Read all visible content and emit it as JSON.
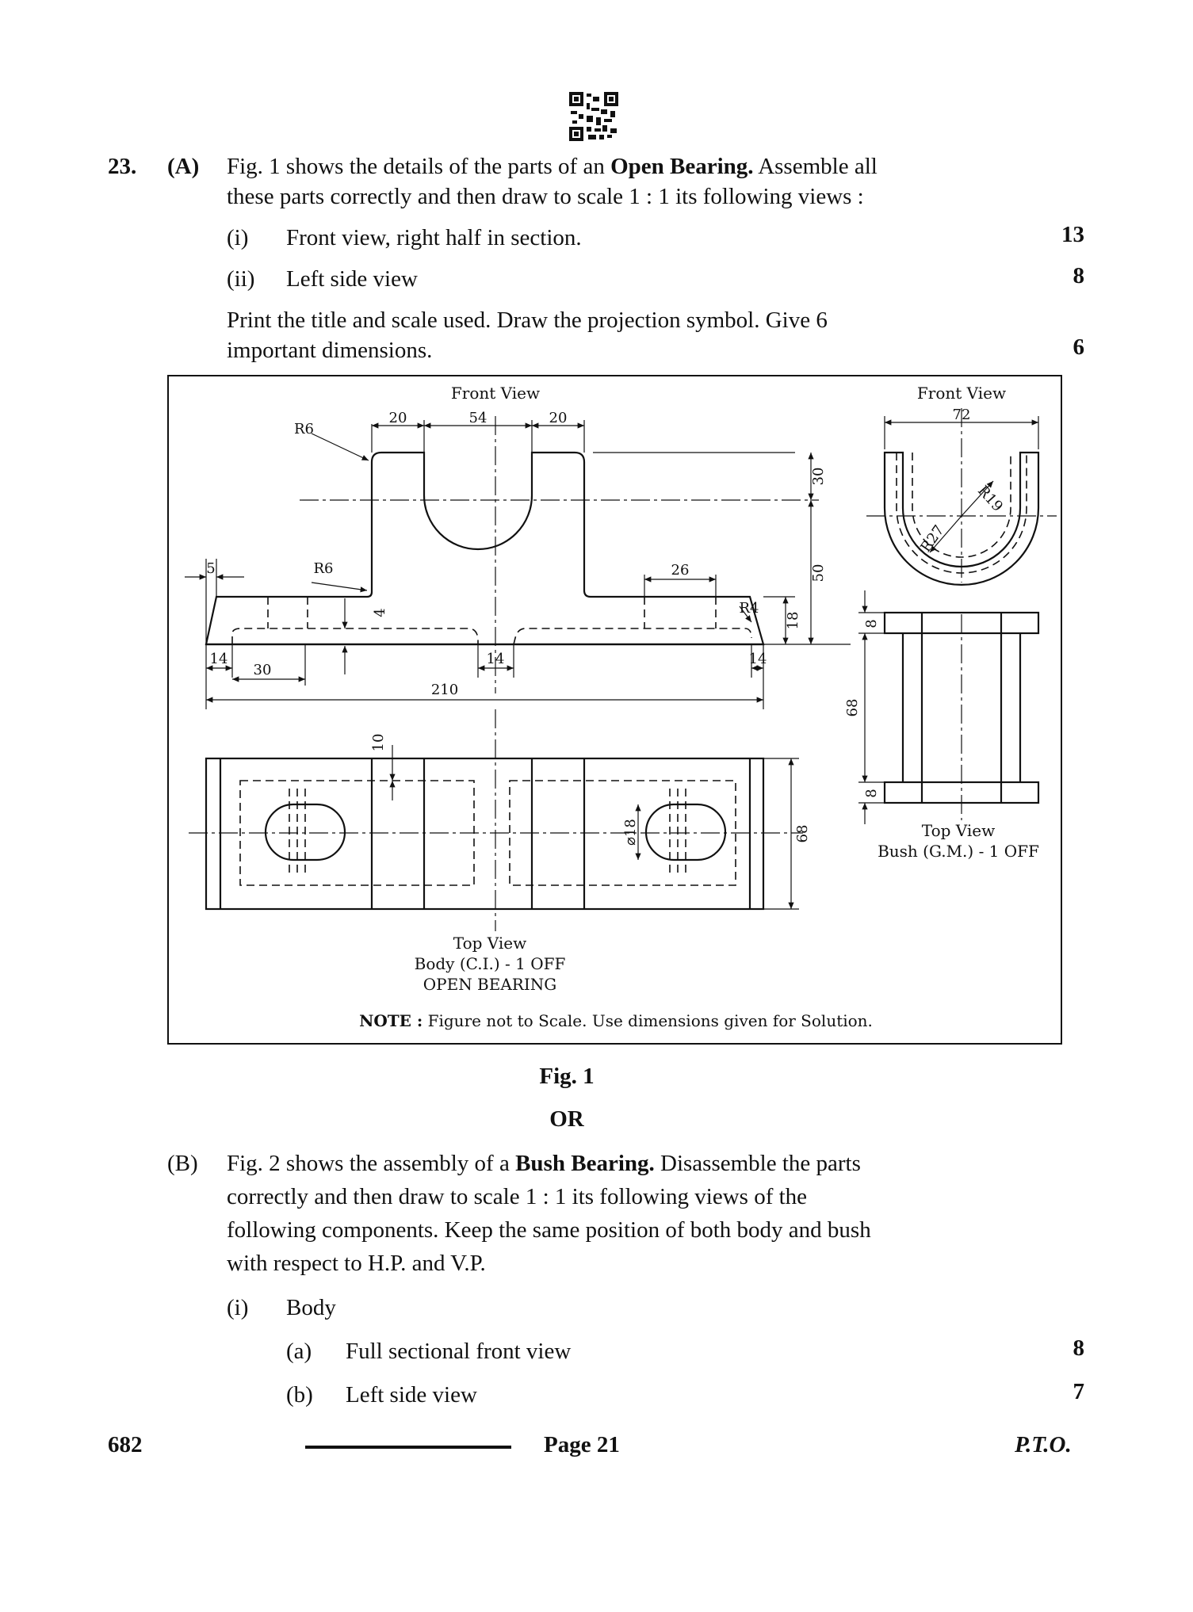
{
  "header": {
    "qr_icon": "qr-code-icon"
  },
  "question": {
    "number": "23.",
    "part_a": {
      "label": "(A)",
      "intro_1": "Fig. 1 shows the details of the parts of an",
      "bold_term": "Open Bearing.",
      "intro_2": "Assemble all",
      "intro_line2": "these parts correctly and then draw to scale 1 : 1 its following views :",
      "items": [
        {
          "num": "(i)",
          "text": "Front view, right half in section.",
          "marks": "13"
        },
        {
          "num": "(ii)",
          "text": "Left side view",
          "marks": "8"
        }
      ],
      "instruction_line1": "Print the title and scale used. Draw the projection symbol. Give 6",
      "instruction_line2": "important dimensions.",
      "instruction_marks": "6"
    },
    "figure": {
      "front_view_label": "Front View",
      "front_view_label_2": "Front View",
      "top_view_label": "Top View",
      "top_view_label_2": "Top View",
      "body_label": "Body (C.I.) - 1 OFF",
      "bush_label": "Bush (G.M.) - 1 OFF",
      "open_bearing_label": "OPEN BEARING",
      "note_bold": "NOTE :",
      "note_text": "Figure not to Scale. Use dimensions given for Solution.",
      "dims": {
        "r6_top": "R6",
        "d20_left": "20",
        "d54": "54",
        "d20_right": "20",
        "d5": "5",
        "r6_mid": "R6",
        "d26": "26",
        "d4": "4",
        "r4": "R4",
        "d18": "18",
        "d30_v": "30",
        "d50_v": "50",
        "d14_a": "14",
        "d30_h": "30",
        "d14_b": "14",
        "d14_c": "14",
        "d210": "210",
        "d10": "10",
        "d18_dia": "⌀18",
        "d68_top": "68",
        "d72": "72",
        "r27": "R27",
        "r19": "R19",
        "d8_top": "8",
        "d68_bush": "68",
        "d8_bot": "8"
      }
    },
    "fig_caption": "Fig. 1",
    "or_label": "OR",
    "part_b": {
      "label": "(B)",
      "line1_pre": "Fig. 2 shows the assembly of a",
      "line1_bold": "Bush Bearing.",
      "line1_post": "Disassemble the parts",
      "line2": "correctly and then draw to scale 1 : 1 its following views of the",
      "line3": "following components. Keep the same position of both body and bush",
      "line4": "with respect to H.P. and V.P.",
      "sub_num": "(i)",
      "sub_text": "Body",
      "items": [
        {
          "num": "(a)",
          "text": "Full sectional front view",
          "marks": "8"
        },
        {
          "num": "(b)",
          "text": "Left side view",
          "marks": "7"
        }
      ]
    }
  },
  "footer": {
    "code": "682",
    "page": "Page 21",
    "pto": "P.T.O."
  }
}
